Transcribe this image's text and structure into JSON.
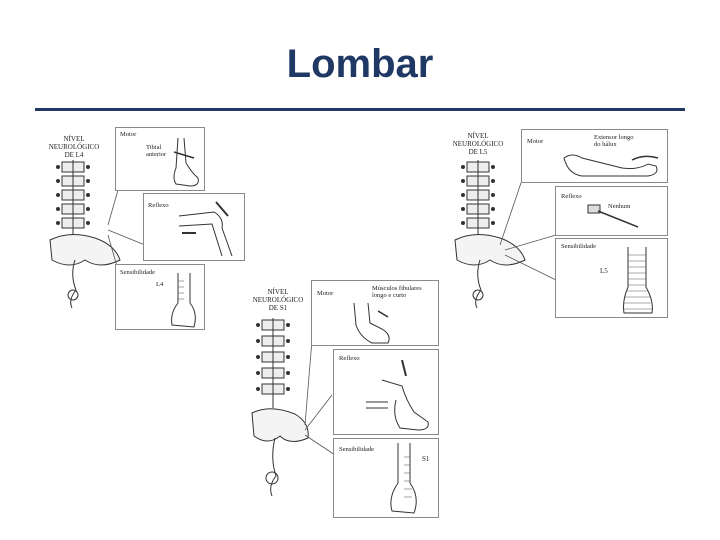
{
  "slide": {
    "title": "Lombar"
  },
  "panel_l4": {
    "level_label": "NÍVEL NEUROLÓGICO DE L4",
    "motor_label": "Motor",
    "motor_muscle": "Tibial anterior",
    "reflex_label": "Reflexo",
    "sensory_label": "Sensibilidade",
    "dermatome": "L4"
  },
  "panel_l5": {
    "level_label": "NÍVEL NEUROLÓGICO DE L5",
    "motor_label": "Motor",
    "motor_muscle": "Extensor longo do hálux",
    "reflex_label": "Reflexo",
    "reflex_value": "Nenhum",
    "sensory_label": "Sensibilidade",
    "dermatome": "L5"
  },
  "panel_s1": {
    "level_label": "NÍVEL NEUROLÓGICO DE S1",
    "motor_label": "Motor",
    "motor_muscle": "Músculos fibulares longo e curto",
    "reflex_label": "Reflexo",
    "sensory_label": "Sensibilidade",
    "dermatome": "S1"
  }
}
